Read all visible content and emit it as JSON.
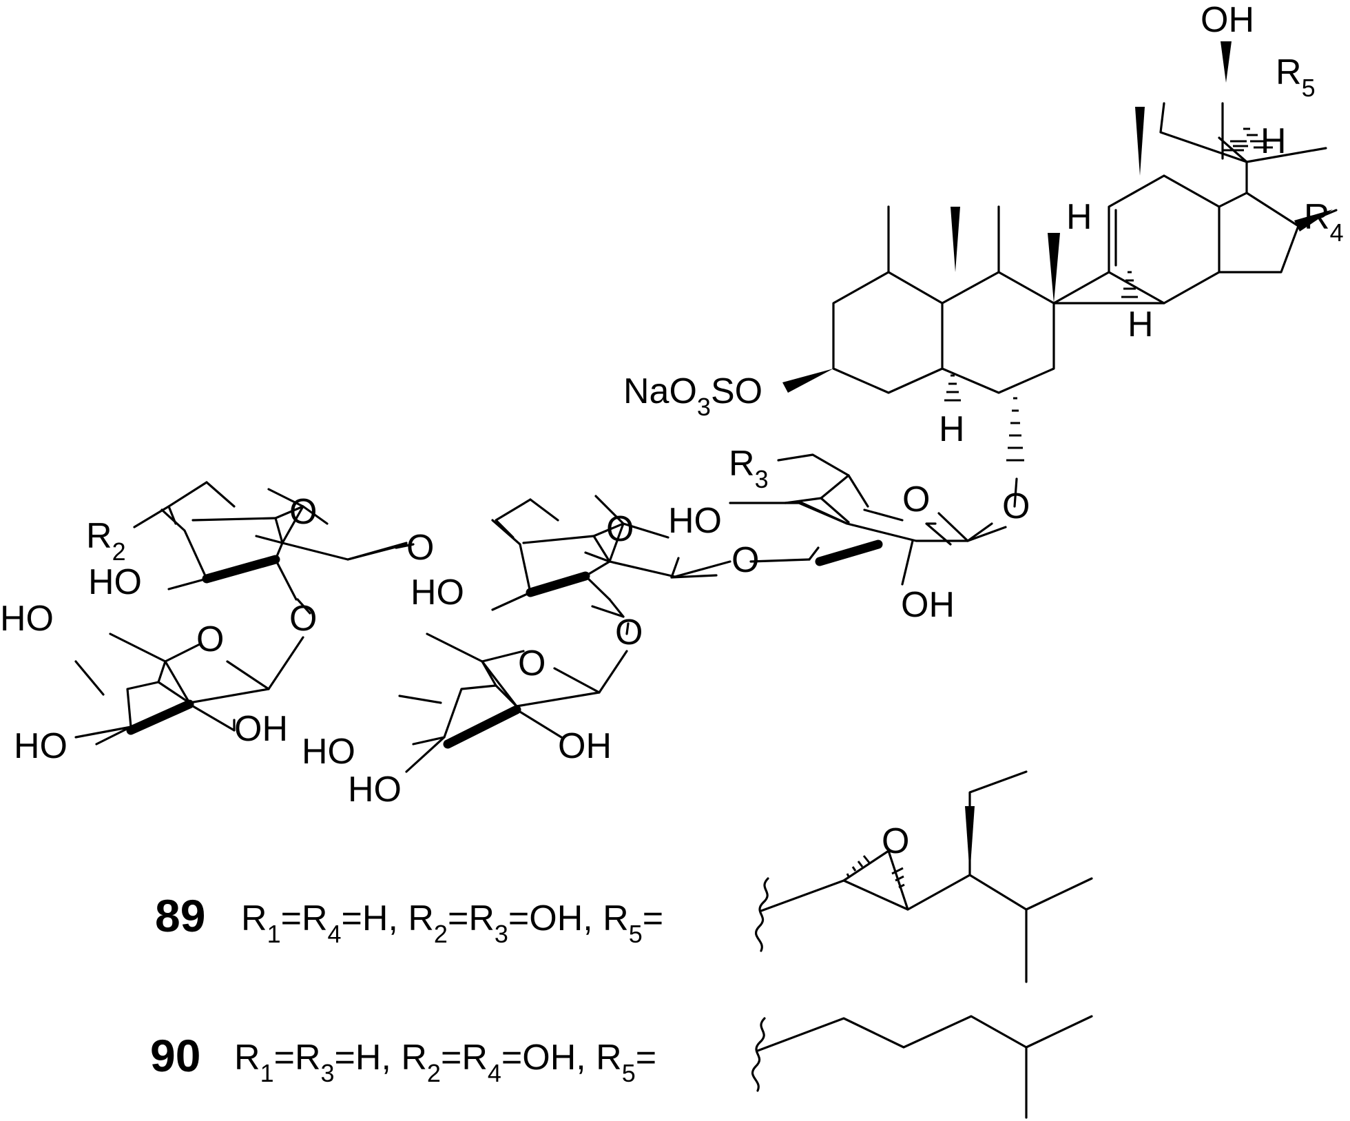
{
  "atoms": {
    "oh_top": "OH",
    "r5": {
      "base": "R",
      "sub": "5"
    },
    "h_c17": "H",
    "r4": {
      "base": "R",
      "sub": "4"
    },
    "h_c8": "H",
    "h_c14": "H",
    "h_c5": "H",
    "sulfate": {
      "a": "NaO",
      "sub": "3",
      "b": "SO"
    },
    "r3": {
      "base": "R",
      "sub": "3"
    },
    "o_link_c6": "O",
    "o_ring_glc": "O",
    "ho_glc4": "HO",
    "o_glc2": "O",
    "oh_glc": "OH",
    "o_ring_qui2": "O",
    "o_link_12": "O",
    "ho_qui2": "HO",
    "o_qui2_2": "O",
    "r2": {
      "base": "R",
      "sub": "2"
    },
    "ho_qui3": "HO",
    "o_ring_qui3": "O",
    "o_qui3_2": "O",
    "ho_s4_a": "HO",
    "o_ring_s4": "O",
    "ho_s4_b": "HO",
    "oh_s4": "OH",
    "o_ring_s5": "O",
    "ho_s5_a": "HO",
    "ho_s5_b": "HO",
    "oh_s5": "OH"
  },
  "compounds": [
    {
      "number": "89",
      "formula": {
        "p1": "R",
        "s1": "1",
        "p2": "=R",
        "s2": "4",
        "p3": "=H, R",
        "s3": "2",
        "p4": "=R",
        "s4": "3",
        "p5": "=OH, R",
        "s5": "5",
        "p6": "="
      },
      "side_chain_atom": "O"
    },
    {
      "number": "90",
      "formula": {
        "p1": "R",
        "s1": "1",
        "p2": "=R",
        "s2": "3",
        "p3": "=H, R",
        "s3": "2",
        "p4": "=R",
        "s4": "4",
        "p5": "=OH, R",
        "s5": "5",
        "p6": "="
      }
    }
  ]
}
